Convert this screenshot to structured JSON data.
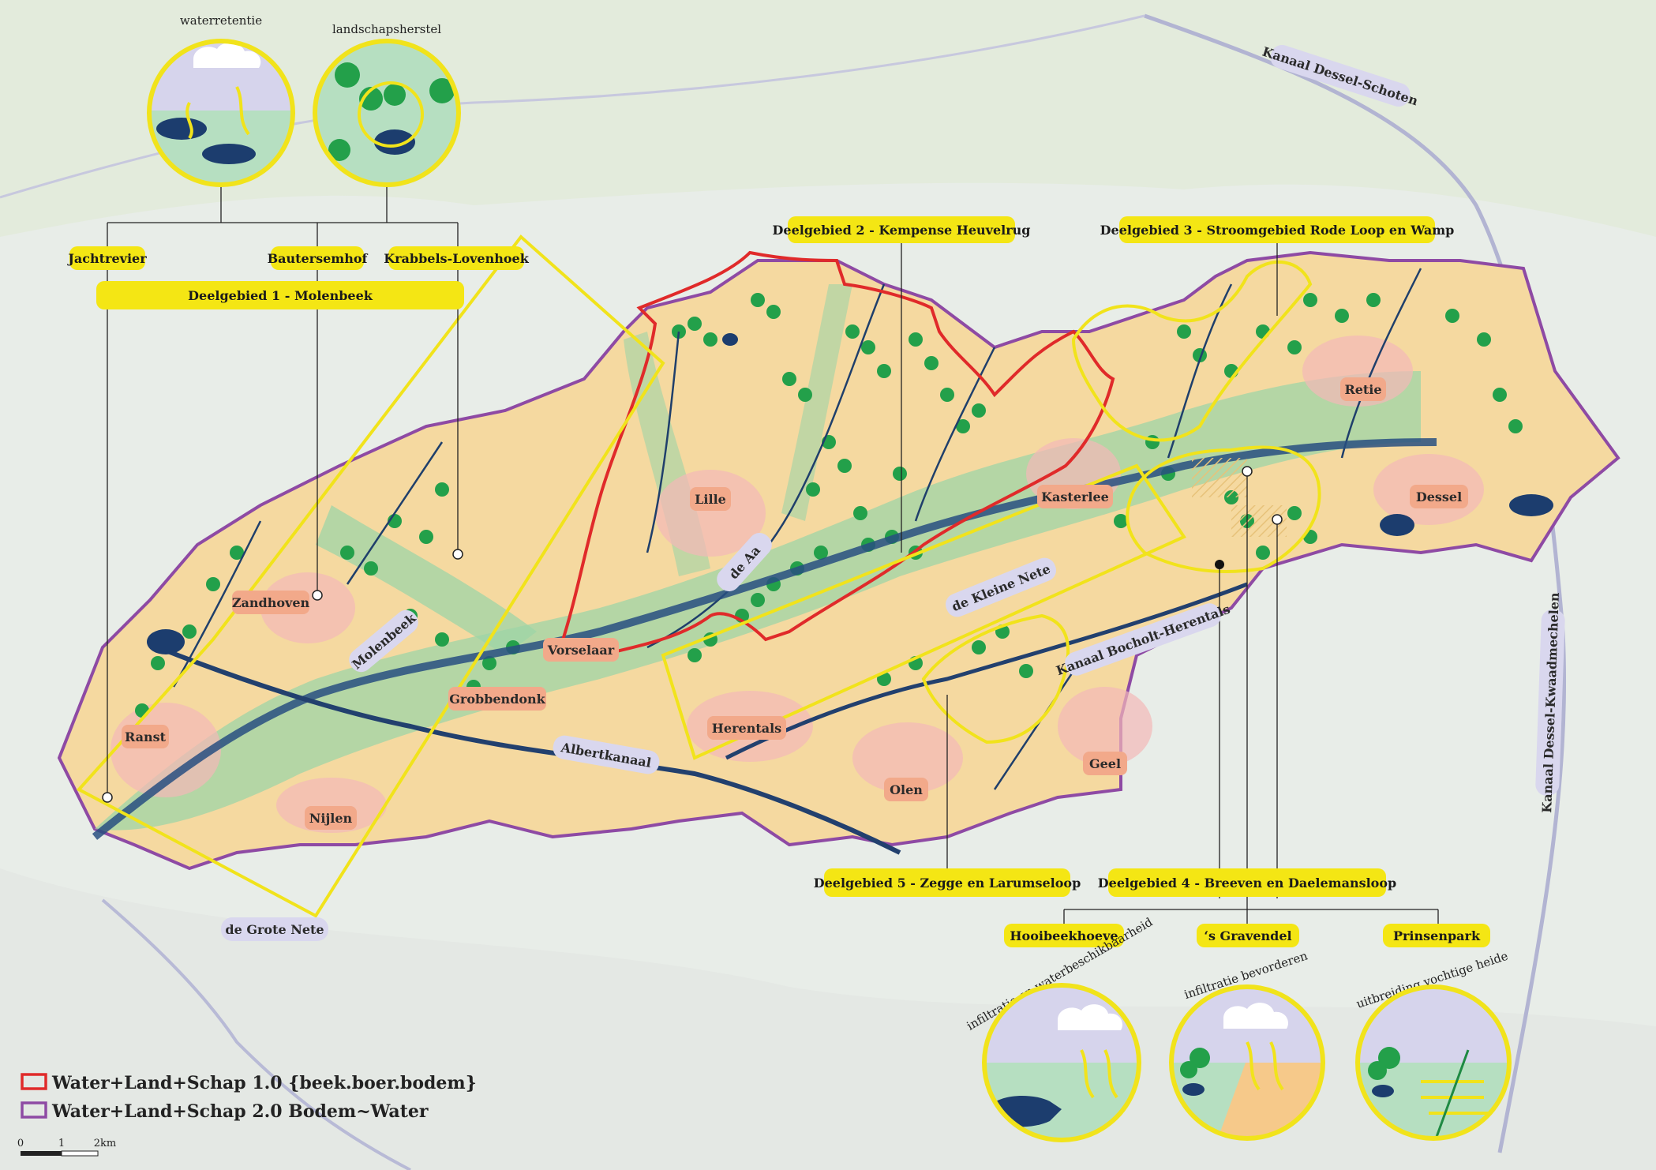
{
  "map": {
    "subareas": [
      {
        "id": "1",
        "label": "Deelgebied 1 - Molenbeek"
      },
      {
        "id": "2",
        "label": "Deelgebied 2 - Kempense Heuvelrug"
      },
      {
        "id": "3",
        "label": "Deelgebied 3 - Stroomgebied Rode Loop en Wamp"
      },
      {
        "id": "4",
        "label": "Deelgebied 4 - Breeven en Daelemansloop"
      },
      {
        "id": "5",
        "label": "Deelgebied 5 - Zegge en Larumseloop"
      }
    ],
    "sites": {
      "jachtrevier": "Jachtrevier",
      "bautersemhof": "Bautersemhof",
      "krabbels": "Krabbels-Lovenhoek",
      "hooibeekhoeve": "Hooibeekhoeve",
      "gravendel": "‘s Gravendel",
      "prinsenpark": "Prinsenpark"
    },
    "towns": {
      "zandhoven": "Zandhoven",
      "ranst": "Ranst",
      "nijlen": "Nijlen",
      "grobbendonk": "Grobbendonk",
      "vorselaar": "Vorselaar",
      "lille": "Lille",
      "herentals": "Herentals",
      "olen": "Olen",
      "geel": "Geel",
      "kasterlee": "Kasterlee",
      "retie": "Retie",
      "dessel": "Dessel"
    },
    "waterways": {
      "molenbeek": "Molenbeek",
      "de_aa": "de Aa",
      "kleine_nete": "de Kleine Nete",
      "kanaal_bh": "Kanaal Bocholt-Herentals",
      "albertkanaal": "Albertkanaal",
      "grote_nete": "de Grote Nete",
      "dessel_schoten": "Kanaal Dessel-Schoten",
      "dessel_kwaadmechelen": "Kanaal Dessel-Kwaadmechelen"
    },
    "circles": {
      "waterretentie": "waterretentie",
      "landschapsherstel": "landschapsherstel",
      "infiltratie_beschikbaarheid": "infiltratie en waterbeschikbaarheid",
      "infiltratie_bevorderen": "infiltratie bevorderen",
      "uitbreiding_heide": "uitbreiding vochtige heide"
    },
    "legend": {
      "item1": "Water+Land+Schap 1.0 {beek.boer.bodem}",
      "item2": "Water+Land+Schap 2.0 Bodem~Water",
      "color1": "#e02a2a",
      "color2": "#8e4aa4"
    },
    "scale": {
      "t0": "0",
      "t1": "1",
      "t2": "2km"
    }
  }
}
